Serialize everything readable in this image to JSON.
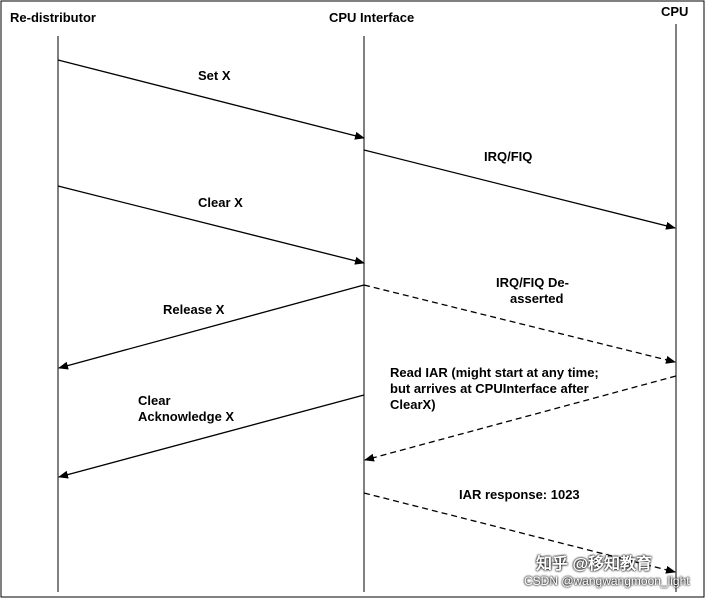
{
  "headers": {
    "redistributor": "Re-distributor",
    "cpu_interface": "CPU Interface",
    "cpu": "CPU"
  },
  "messages": {
    "set_x": "Set X",
    "irq_fiq": "IRQ/FIQ",
    "clear_x": "Clear X",
    "deasserted_line1": "IRQ/FIQ De-",
    "deasserted_line2": "asserted",
    "release_x": "Release X",
    "read_iar_line1": "Read IAR (might start at any time;",
    "read_iar_line2": "but arrives at CPUInterface after",
    "read_iar_line3": "ClearX)",
    "clear_ack_line1": "Clear",
    "clear_ack_line2": "Acknowledge X",
    "iar_response": "IAR response: 1023"
  },
  "watermark": {
    "zhihu": "知乎 @移知教育",
    "csdn": "CSDN @wangwangmoon_light"
  }
}
